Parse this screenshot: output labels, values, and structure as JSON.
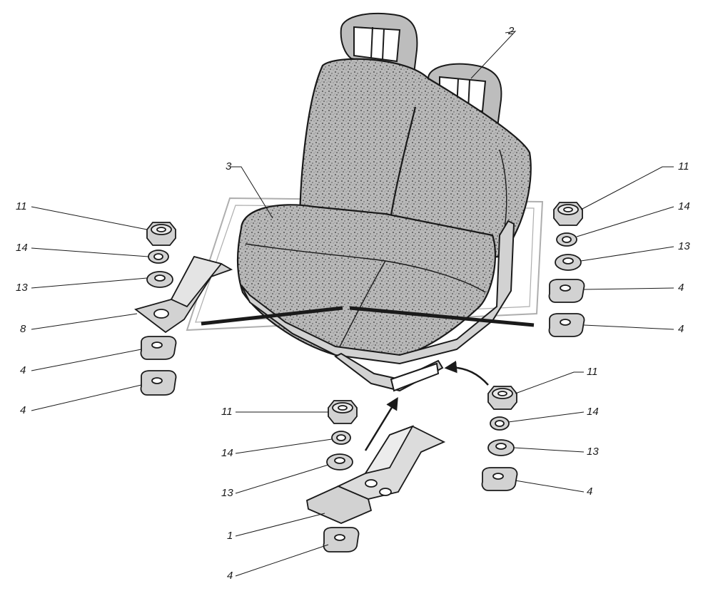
{
  "colors": {
    "line": "#1a1a1a",
    "part_fill": "#d2d2d2",
    "upholstery_fill": "#a9a9a9",
    "paper": "#ffffff",
    "watermark": "#9a9a9a"
  },
  "callouts": {
    "seat_assembly": "2",
    "seat_cushion": "3",
    "left_stack": [
      "11",
      "14",
      "13",
      "8",
      "4",
      "4"
    ],
    "right_stack": [
      "11",
      "14",
      "13",
      "4",
      "4"
    ],
    "bottom_center_stack": [
      "11",
      "14",
      "13",
      "1",
      "4"
    ],
    "bottom_right_stack": [
      "11",
      "14",
      "13",
      "4"
    ]
  }
}
